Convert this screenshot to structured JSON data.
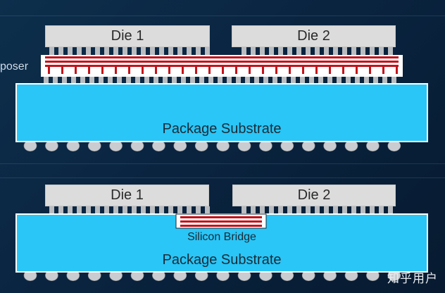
{
  "diagram": {
    "top": {
      "interposer_label": "poser",
      "die1_label": "Die 1",
      "die2_label": "Die 2",
      "substrate_label": "Package Substrate"
    },
    "bottom": {
      "die1_label": "Die 1",
      "die2_label": "Die 2",
      "bridge_label": "Silicon Bridge",
      "substrate_label": "Package Substrate"
    }
  },
  "watermark": "知乎用户",
  "colors": {
    "background": "#0a2440",
    "substrate": "#29c6f7",
    "die": "#dcdcdc",
    "bump": "#b9bcc0",
    "trace": "#c4121a"
  }
}
